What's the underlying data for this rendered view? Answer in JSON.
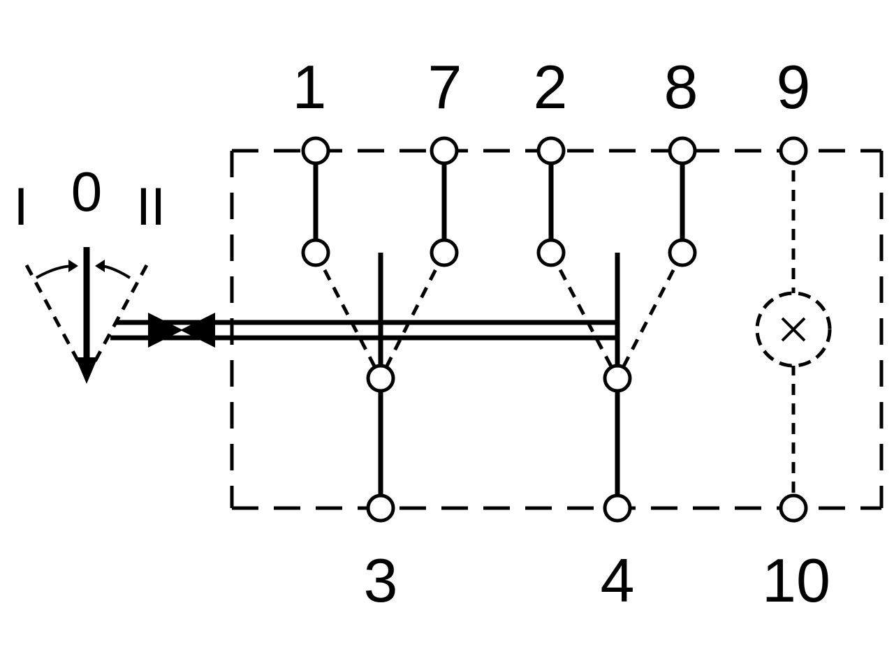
{
  "terminals": {
    "top": [
      "1",
      "7",
      "2",
      "8",
      "9"
    ],
    "bottom": [
      "3",
      "4",
      "10"
    ]
  },
  "positions": {
    "left": "I",
    "center": "0",
    "right": "II"
  },
  "colors": {
    "ink": "#000000",
    "background": "#ffffff"
  },
  "icons": {
    "lamp": "lamp-icon",
    "actuator": "bowtie-actuator-icon",
    "lever": "lever-arrow-icon"
  }
}
